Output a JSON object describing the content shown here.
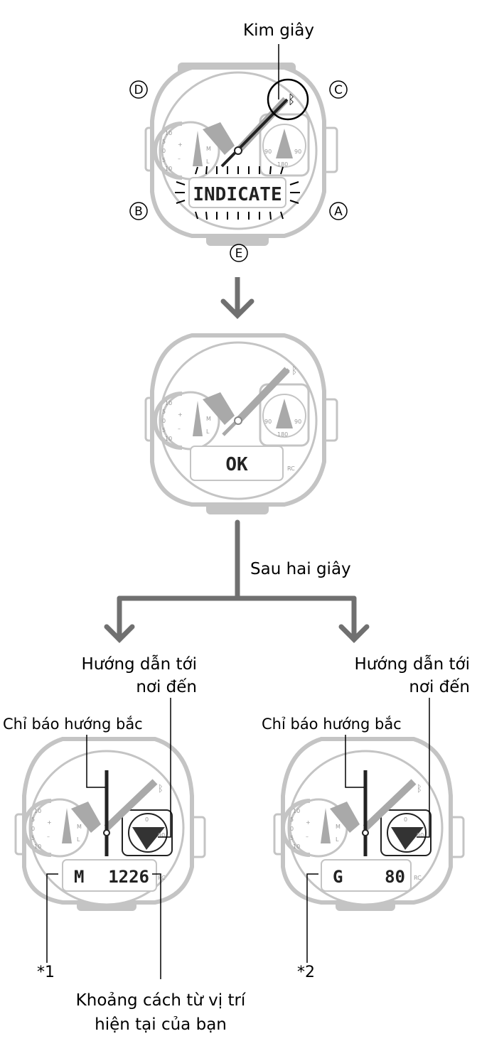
{
  "labels": {
    "second_hand": "Kim giây",
    "after_two_seconds": "Sau hai giây",
    "dest_guide_1": "Hướng dẫn tới",
    "dest_guide_2": "nơi đến",
    "north_indicator": "Chỉ báo hướng bắc",
    "note_1": "*1",
    "note_2": "*2",
    "distance_1": "Khoảng cách từ vị trí",
    "distance_2": "hiện tại của bạn"
  },
  "buttons": {
    "a": "A",
    "b": "B",
    "c": "C",
    "d": "D",
    "e": "E"
  },
  "displays": {
    "step1": "INDICATE",
    "step2": "OK",
    "left_prefix": "M",
    "left_value": "1226",
    "right_prefix": "G",
    "right_value": "80",
    "rc": "RC"
  },
  "dial": {
    "left_ticks": [
      "10",
      "5",
      "0",
      "5",
      "10"
    ],
    "left_signs": [
      "+",
      "–"
    ],
    "m": "M",
    "l": "L",
    "right_ticks": [
      "0",
      "90",
      "90",
      "180"
    ]
  },
  "icons": {
    "bluetooth": "bluetooth-icon",
    "arrow": "arrow-down-icon"
  },
  "colors": {
    "case": "#c4c4c4",
    "hand": "#a9a9a9",
    "dark_hand": "#222222",
    "line": "#707070"
  }
}
